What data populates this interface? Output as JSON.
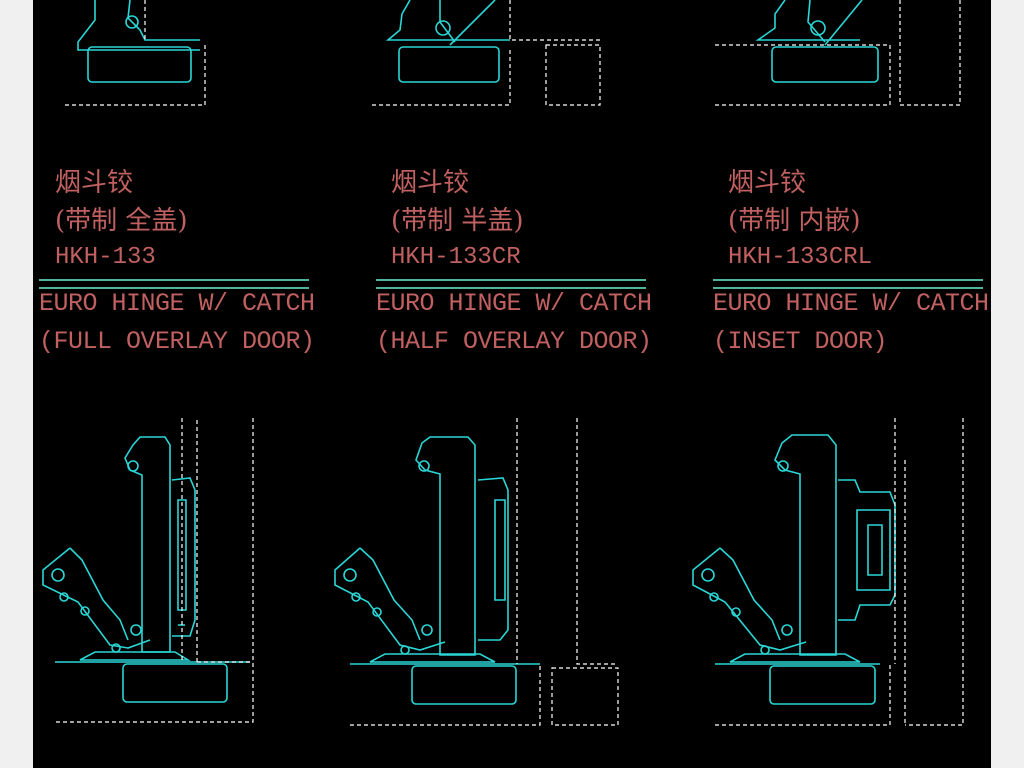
{
  "hinges": [
    {
      "name_cn": "烟斗铰",
      "type_cn": "(带制 全盖)",
      "model": "HKH-133",
      "desc_line1": "EURO HINGE W/ CATCH",
      "desc_line2": "(FULL OVERLAY DOOR)"
    },
    {
      "name_cn": "烟斗铰",
      "type_cn": "(带制 半盖)",
      "model": "HKH-133CR",
      "desc_line1": "EURO HINGE W/ CATCH",
      "desc_line2": "(HALF OVERLAY DOOR)"
    },
    {
      "name_cn": "烟斗铰",
      "type_cn": "(带制 内嵌)",
      "model": "HKH-133CRL",
      "desc_line1": "EURO HINGE W/ CATCH",
      "desc_line2": "(INSET DOOR)"
    }
  ],
  "colors": {
    "background": "#000000",
    "hinge_outline": "#2ad6d6",
    "cabinet_outline": "#ffffff",
    "label_text": "#c06060",
    "divider": "#4fb59a"
  }
}
